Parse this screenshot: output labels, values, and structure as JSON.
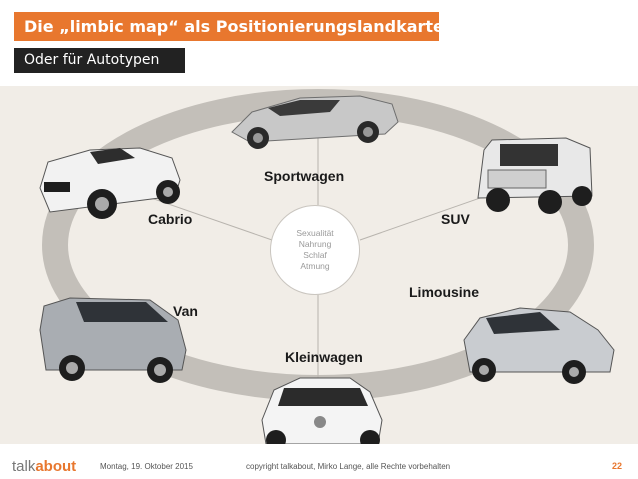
{
  "header": {
    "title": "Die „limbic map“ als Positionierungslandkarte",
    "subtitle": "Oder für Autotypen"
  },
  "diagram": {
    "center_items": [
      "Sexualität",
      "Nahrung",
      "Schlaf",
      "Atmung"
    ],
    "labels": {
      "sportwagen": "Sportwagen",
      "cabrio": "Cabrio",
      "suv": "SUV",
      "limousine": "Limousine",
      "van": "Van",
      "kleinwagen": "Kleinwagen"
    }
  },
  "footer": {
    "logo_part1": "talk",
    "logo_part2": "about",
    "date": "Montag, 19. Oktober 2015",
    "copyright": "copyright talkabout, Mirko Lange, alle Rechte vorbehalten",
    "page_number": "22"
  },
  "colors": {
    "accent": "#e8772e",
    "subtitle_bg": "#222222",
    "background": "#f1ede7",
    "ring": "#bdb9b3"
  }
}
